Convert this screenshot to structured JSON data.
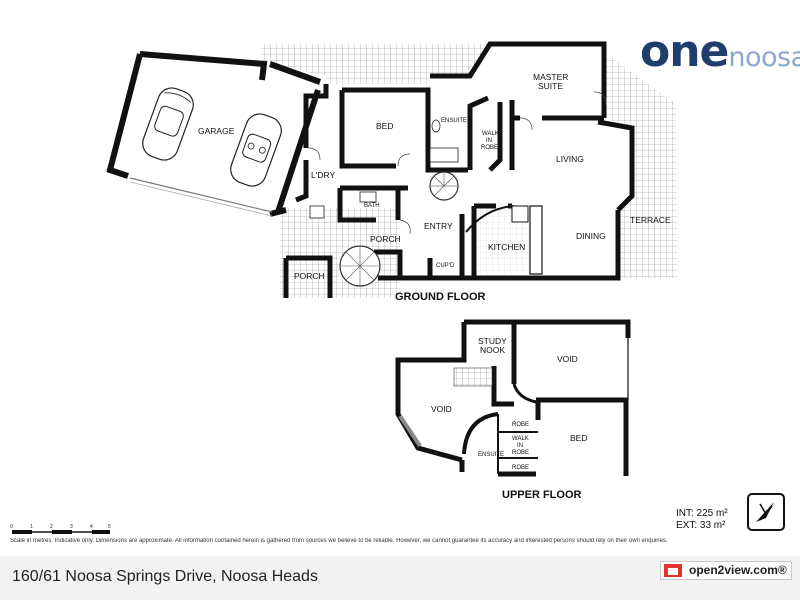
{
  "brand": {
    "one": "one",
    "noosa": "noosa"
  },
  "rooms": {
    "garage": "GARAGE",
    "bed": "BED",
    "ldry": "L'DRY",
    "master_1": "MASTER",
    "master_2": "SUITE",
    "ensuite": "ENSUITE",
    "walk_1": "WALK",
    "walk_2": "IN",
    "walk_3": "ROBE",
    "living": "LIVING",
    "dining": "DINING",
    "terrace": "TERRACE",
    "kitchen": "KITCHEN",
    "entry": "ENTRY",
    "porch_inner": "PORCH",
    "porch_outer": "PORCH",
    "bath": "BATH",
    "cupd": "CUP'D",
    "study_1": "STUDY",
    "study_2": "NOOK",
    "void_upper": "VOID",
    "void_left": "VOID",
    "upper_bed": "BED",
    "robe_top": "ROBE",
    "upper_walk_1": "WALK",
    "upper_walk_2": "IN",
    "upper_walk_3": "ROBE",
    "robe_bottom": "ROBE",
    "upper_ensuite": "ENSUITE"
  },
  "floors": {
    "ground": "GROUND FLOOR",
    "upper": "UPPER FLOOR"
  },
  "area": {
    "int": "INT: 225 m²",
    "ext": "EXT: 33 m²"
  },
  "scale": {
    "ticks": [
      "0",
      "1",
      "2",
      "3",
      "4",
      "5"
    ]
  },
  "disclaimer": "Scale in metres. Indicative only. Dimensions are approximate. All information contained herein is gathered from sources we believe to be reliable. However, we cannot guarantee its accuracy and interested persons should rely on their own enquiries.",
  "address": "160/61 Noosa Springs Drive, Noosa Heads",
  "open2view": "open2view.com®",
  "colors": {
    "brand_dark": "#1f3e6e",
    "brand_light": "#8aa7cc",
    "accent_orange": "#e08a2c",
    "open2view_red": "#e5322d"
  },
  "icons": [
    "north-arrow-icon",
    "car-icon",
    "open2view-house-icon"
  ]
}
